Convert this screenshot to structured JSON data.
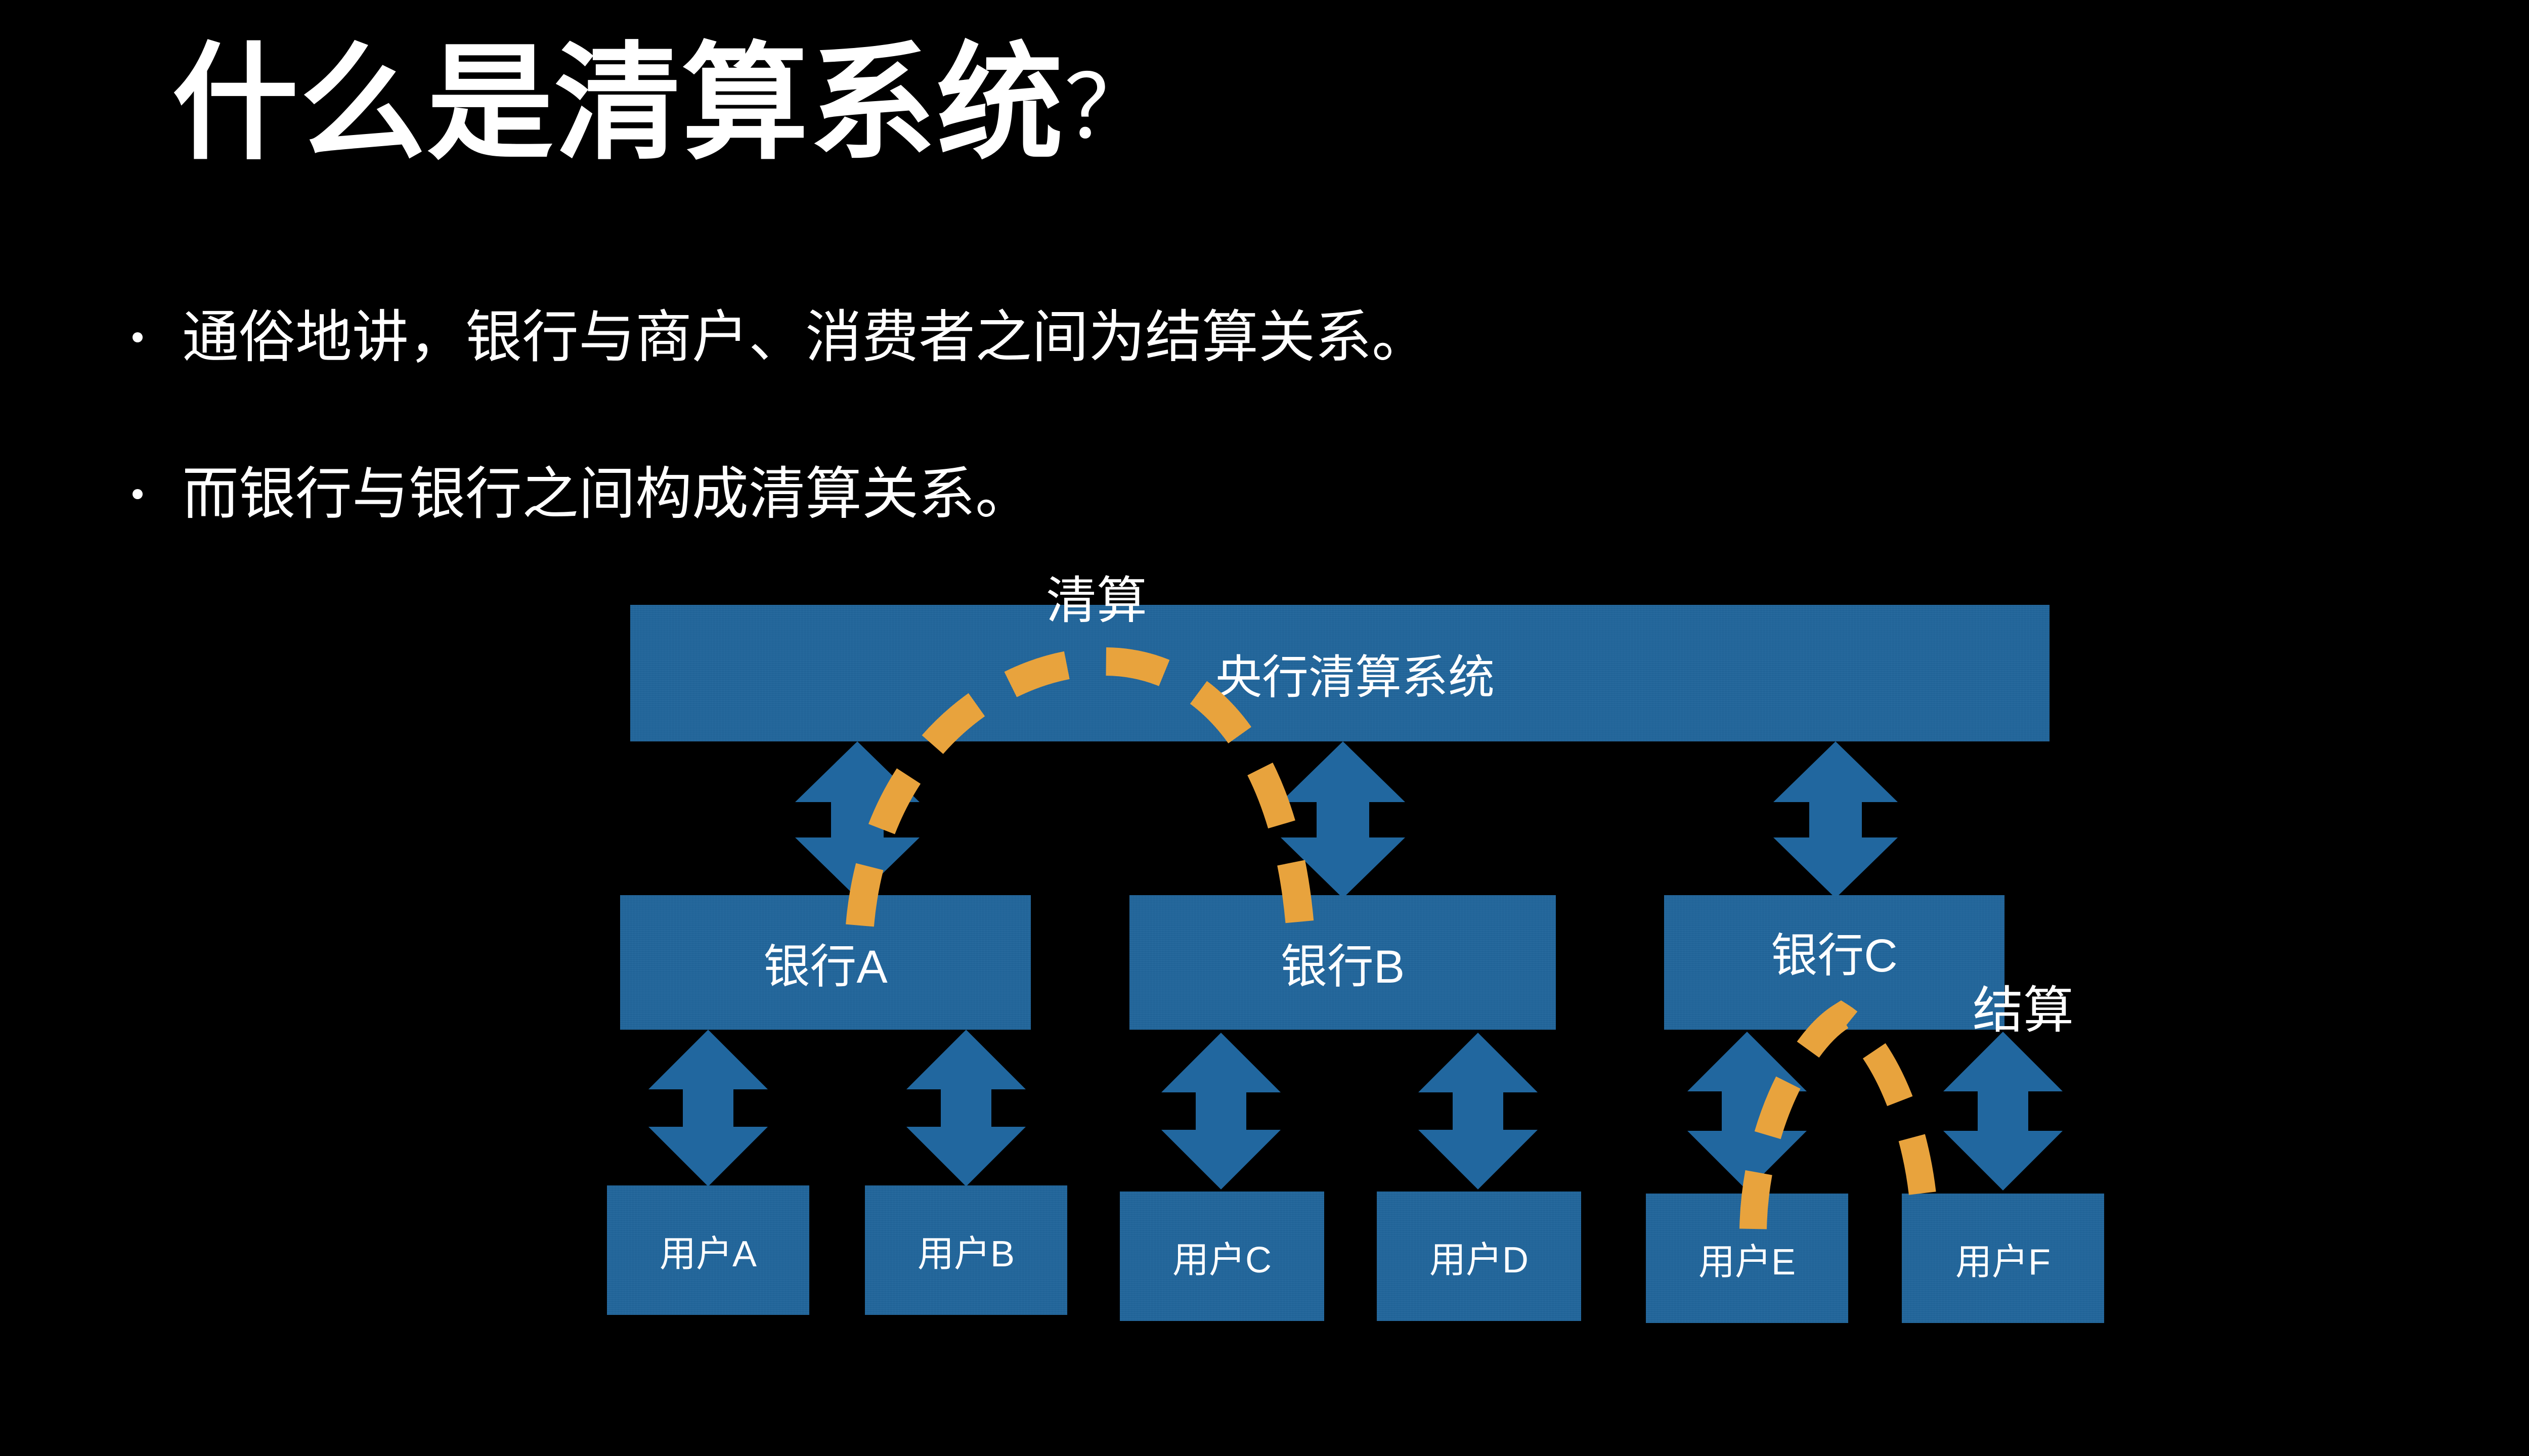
{
  "slide": {
    "background_color": "#000000",
    "title": "什么是清算系统",
    "title_question_mark": "？",
    "bullets": [
      "通俗地讲，银行与商户、消费者之间为结算关系。",
      "而银行与银行之间构成清算关系。"
    ]
  },
  "diagram": {
    "node_color": "#21679F",
    "accent_color": "#E8A33D",
    "text_color": "#FFFFFF",
    "central_system": "央行清算系统",
    "labels": {
      "clearing": "清算",
      "settlement": "结算"
    },
    "banks": [
      {
        "id": "bank-a",
        "label": "银行A"
      },
      {
        "id": "bank-b",
        "label": "银行B"
      },
      {
        "id": "bank-c",
        "label": "银行C"
      }
    ],
    "users": [
      {
        "id": "user-a",
        "label": "用户A"
      },
      {
        "id": "user-b",
        "label": "用户B"
      },
      {
        "id": "user-c",
        "label": "用户C"
      },
      {
        "id": "user-d",
        "label": "用户D"
      },
      {
        "id": "user-e",
        "label": "用户E"
      },
      {
        "id": "user-f",
        "label": "用户F"
      }
    ]
  }
}
